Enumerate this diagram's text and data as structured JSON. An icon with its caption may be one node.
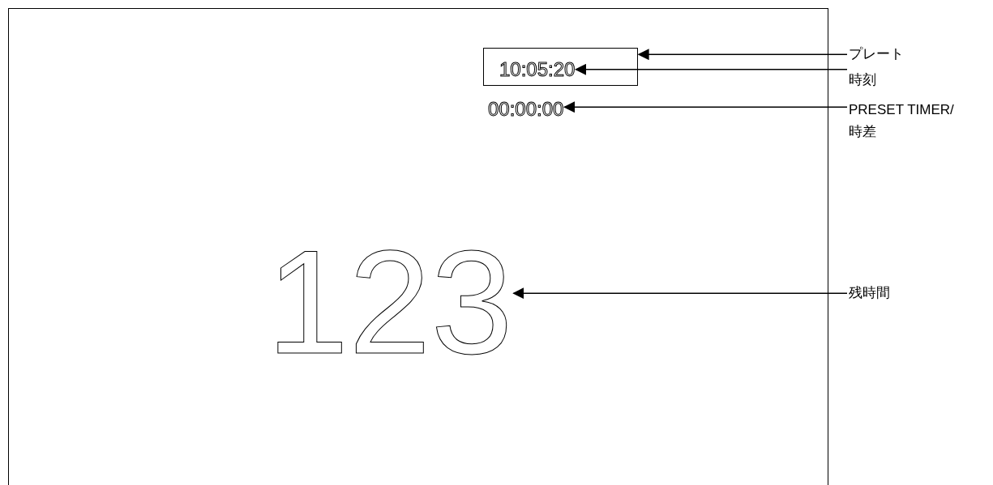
{
  "diagram": {
    "nodes": [
      {
        "text": [],
        "shape": "box"
      },
      {
        "text": [],
        "shape": "box",
        "in": 0
      },
      {
        "text": [
          "10:05:20"
        ],
        "in": 1
      },
      {
        "text": [
          "00:00:00"
        ],
        "in": 0
      },
      {
        "text": [
          "123"
        ],
        "in": 0
      },
      {
        "text": [
          "プレート"
        ]
      },
      {
        "text": [
          "時刻"
        ]
      },
      {
        "text": [
          "PRESET TIMER/ 時差"
        ]
      },
      {
        "text": [
          "残時間"
        ]
      }
    ],
    "edges": [
      {
        "from": 5,
        "to": 1,
        "arrow": "to"
      },
      {
        "from": 6,
        "to": 2,
        "arrow": "to"
      },
      {
        "from": 7,
        "to": 3,
        "arrow": "to"
      },
      {
        "from": 8,
        "to": 4,
        "arrow": "to"
      }
    ]
  }
}
